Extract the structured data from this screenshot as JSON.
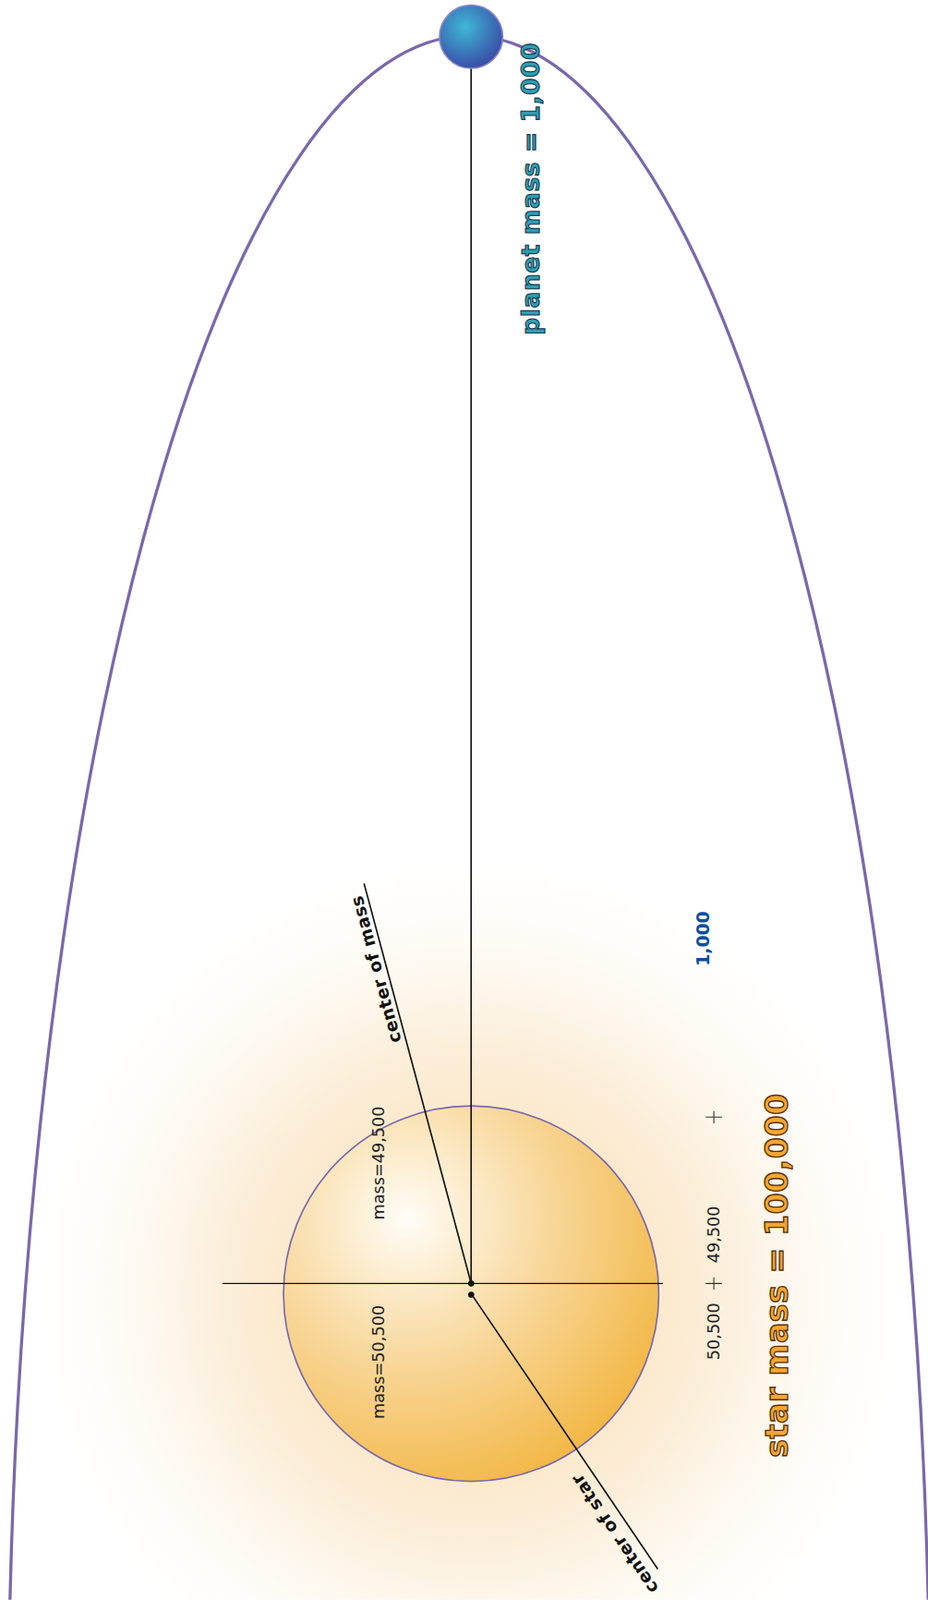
{
  "diagram": {
    "nodes": [
      {
        "text": [
          "mass=49,500",
          "mass=50,500"
        ]
      }
    ],
    "labels": [
      "planet mass = 1,000",
      "center of mass",
      "center of star",
      "50,500",
      "49,500",
      "1,000",
      "star mass = 100,000"
    ]
  }
}
